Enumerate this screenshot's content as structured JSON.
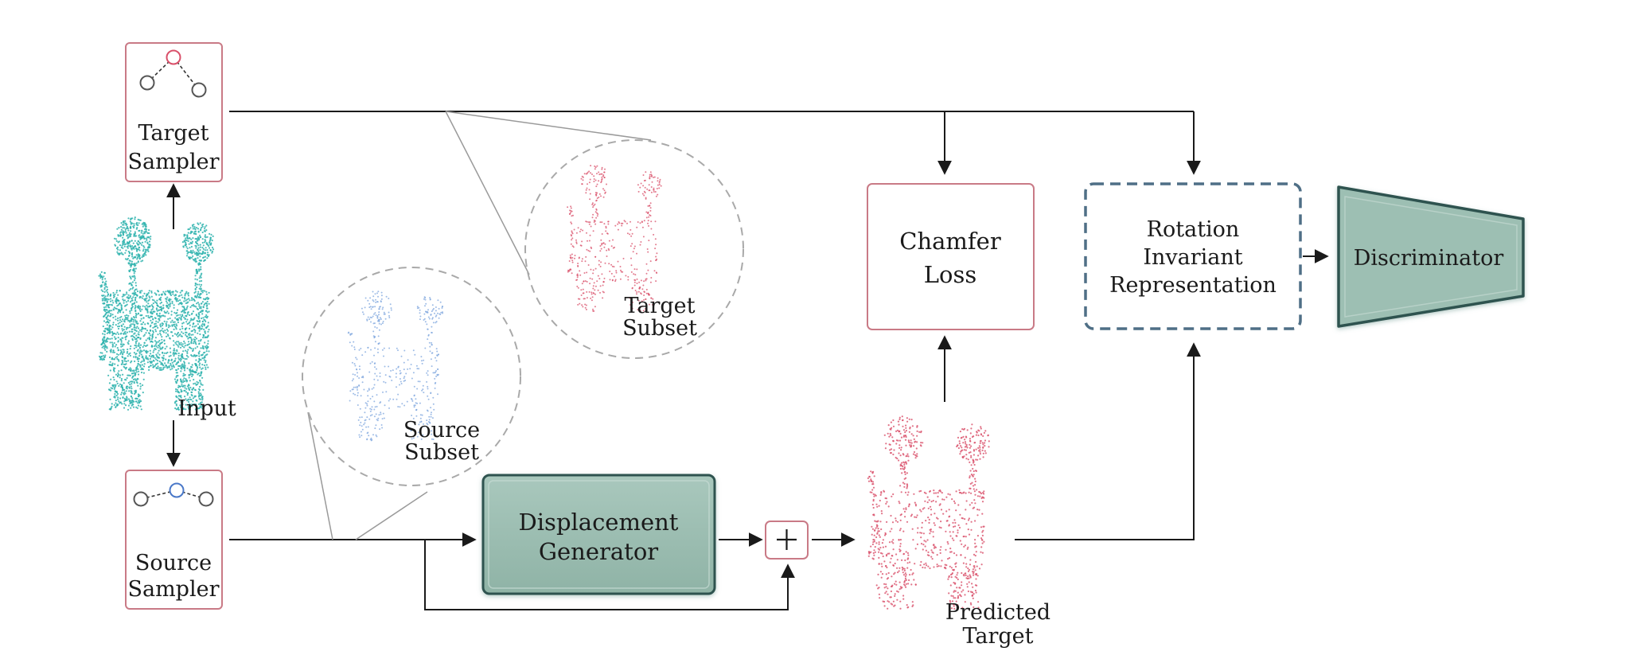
{
  "diagram": {
    "nodes": {
      "target_sampler": [
        "Target",
        "Sampler"
      ],
      "source_sampler": [
        "Source",
        "Sampler"
      ],
      "input": "Input",
      "target_subset": [
        "Target",
        "Subset"
      ],
      "source_subset": [
        "Source",
        "Subset"
      ],
      "displacement_generator": [
        "Displacement",
        "Generator"
      ],
      "plus": "+",
      "predicted_target": [
        "Predicted",
        "Target"
      ],
      "chamfer_loss": [
        "Chamfer",
        "Loss"
      ],
      "rotation_invariant": [
        "Rotation",
        "Invariant",
        "Representation"
      ],
      "discriminator": "Discriminator"
    },
    "colors": {
      "input_cloud": "#2fb3ae",
      "target_cloud": "#d9506a",
      "source_cloud": "#7ea6de",
      "sampler_border": "#c97a86",
      "generator_fill": "#9dbfb3",
      "generator_border": "#2f5250",
      "dashed_box_border": "#4f6f86",
      "line": "#1a1a1a"
    }
  }
}
